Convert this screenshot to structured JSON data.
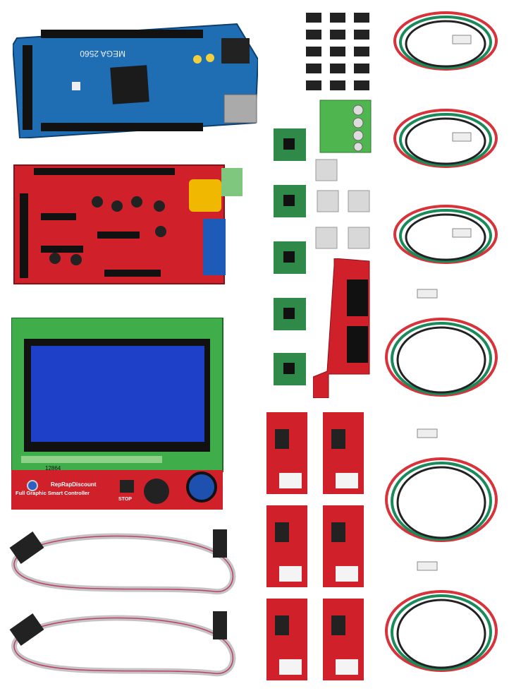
{
  "mega": {
    "model_text": "MEGA 2560",
    "brand_text": "MEGA"
  },
  "lcd": {
    "model_text": "12864",
    "brand_line1": "RepRapDiscount",
    "brand_line2": "Full Graphic Smart Controller",
    "stop_text": "STOP"
  },
  "colors": {
    "mega_blue": "#1f6db3",
    "ramps_red": "#d0202a",
    "lcd_green": "#3fae4a",
    "lcd_screen": "#1e40c8",
    "driver_green": "#2f8a4a",
    "cable_red": "#d8323a",
    "cable_green": "#1b8a5a",
    "cable_black": "#222222"
  },
  "icons": {
    "mega": "microcontroller-board-icon",
    "ramps": "ramps-shield-icon",
    "lcd": "lcd-controller-icon",
    "ribbon": "ribbon-cable-icon",
    "jumper": "jumper-cap-icon",
    "terminal": "terminal-block-icon",
    "heatsink": "heatsink-icon",
    "adapter": "adapter-board-icon",
    "driver": "stepper-driver-icon",
    "endstop": "endstop-switch-icon",
    "cable": "stepper-cable-icon"
  }
}
